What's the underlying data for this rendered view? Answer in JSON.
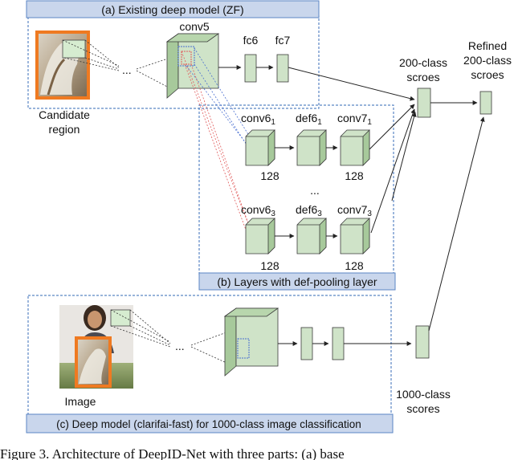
{
  "panels": {
    "a_title": "(a) Existing deep model (ZF)",
    "b_title": "(b) Layers with def-pooling layer",
    "c_title": "(c) Deep model (clarifai-fast) for 1000-class image classification"
  },
  "labels": {
    "candidate_line1": "Candidate",
    "candidate_line2": "region",
    "conv5": "conv5",
    "fc6": "fc6",
    "fc7": "fc7",
    "ellipsis": "...",
    "class200_line1": "200-class",
    "class200_line2": "scroes",
    "refined_line1": "Refined",
    "refined_line2": "200-class",
    "refined_line3": "scroes",
    "conv6_1": "conv6",
    "sub_1": "1",
    "def6_1": "def6",
    "conv7_1": "conv7",
    "conv6_3": "conv6",
    "sub_3": "3",
    "def6_3": "def6",
    "conv7_3": "conv7",
    "size_128": "128",
    "image": "Image",
    "class1000_line1": "1000-class",
    "class1000_line2": "scores"
  },
  "caption": "Figure 3. Architecture of DeepID-Net with three parts: (a) base",
  "colors": {
    "panel_border": "#5b86c4",
    "panel_title_fill": "#c9d6ec",
    "box_fill": "#cfe3c8",
    "box_side": "#a7c99b",
    "box_stroke": "#3a3a3a",
    "candidate_frame": "#ef7a21",
    "dashed_red": "#e05a5a",
    "dashed_blue": "#4a6fd0"
  }
}
